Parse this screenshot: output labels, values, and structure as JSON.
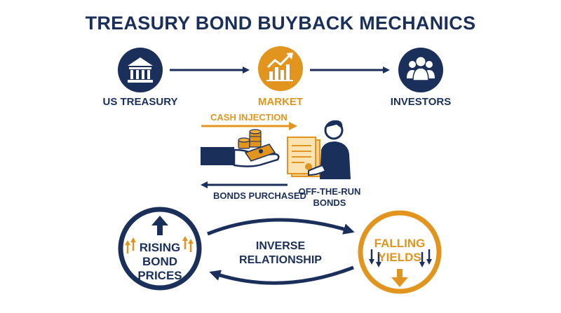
{
  "title": "TREASURY BOND BUYBACK MECHANICS",
  "nodes": {
    "treasury": "US TREASURY",
    "market": "MARKET",
    "investors": "INVESTORS"
  },
  "exchange": {
    "cash_label": "CASH INJECTION",
    "bonds_label": "BONDS PURCHASED",
    "offrun_line1": "OFF-THE-RUN",
    "offrun_line2": "BONDS"
  },
  "cycle": {
    "rising_line1": "RISING",
    "rising_line2": "BOND",
    "rising_line3": "PRICES",
    "falling_line1": "FALLING",
    "falling_line2": "YIELDS",
    "relation_line1": "INVERSE",
    "relation_line2": "RELATIONSHIP"
  },
  "colors": {
    "navy": "#1b2f5b",
    "gold": "#e1951e"
  },
  "icons": [
    "bank-icon",
    "chart-growth-icon",
    "people-icon",
    "hand-cash-icon",
    "coins-icon",
    "document-icon",
    "person-icon",
    "up-arrow-icon",
    "down-arrow-icon"
  ]
}
